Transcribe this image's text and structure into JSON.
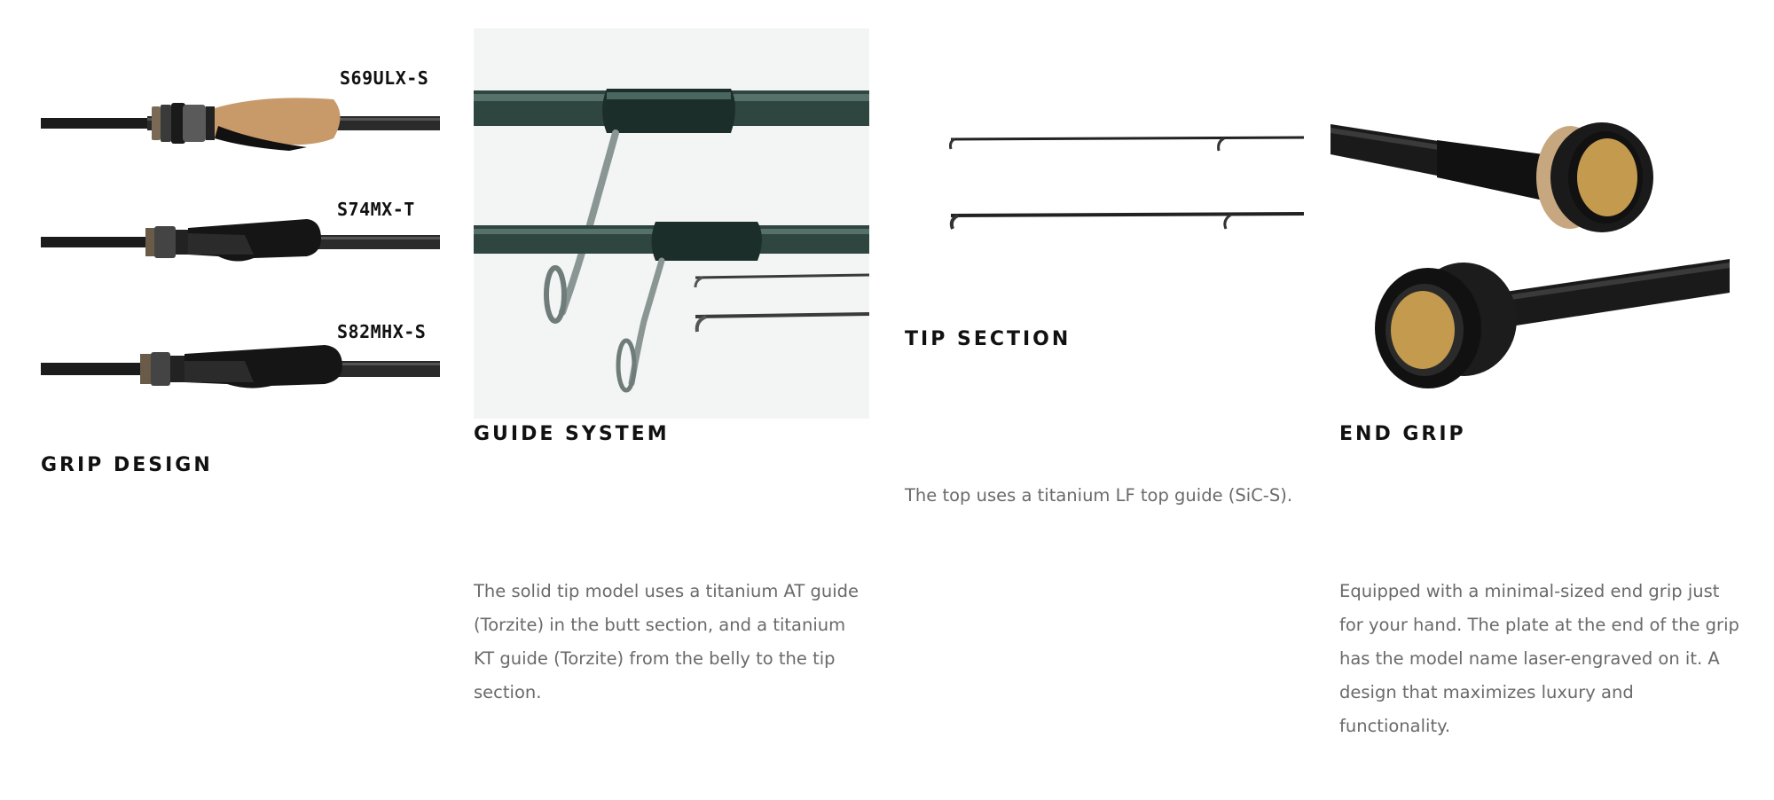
{
  "sections": {
    "grip_design": {
      "heading": "GRIP DESIGN",
      "models": [
        "S69ULX-S",
        "S74MX-T",
        "S82MHX-S"
      ]
    },
    "guide_system": {
      "heading": "GUIDE SYSTEM",
      "description": "The solid tip model uses a titanium AT guide (Torzite) in the butt section, and a titanium KT guide (Torzite) from the belly to the tip section."
    },
    "tip_section": {
      "heading": "TIP SECTION",
      "description": "The top uses a titanium LF top guide (SiC-S)."
    },
    "end_grip": {
      "heading": "END GRIP",
      "description": "Equipped with a minimal-sized end grip just for your hand. The plate at the end of the grip has the model name laser-engraved on it. A design that maximizes luxury and functionality."
    }
  }
}
